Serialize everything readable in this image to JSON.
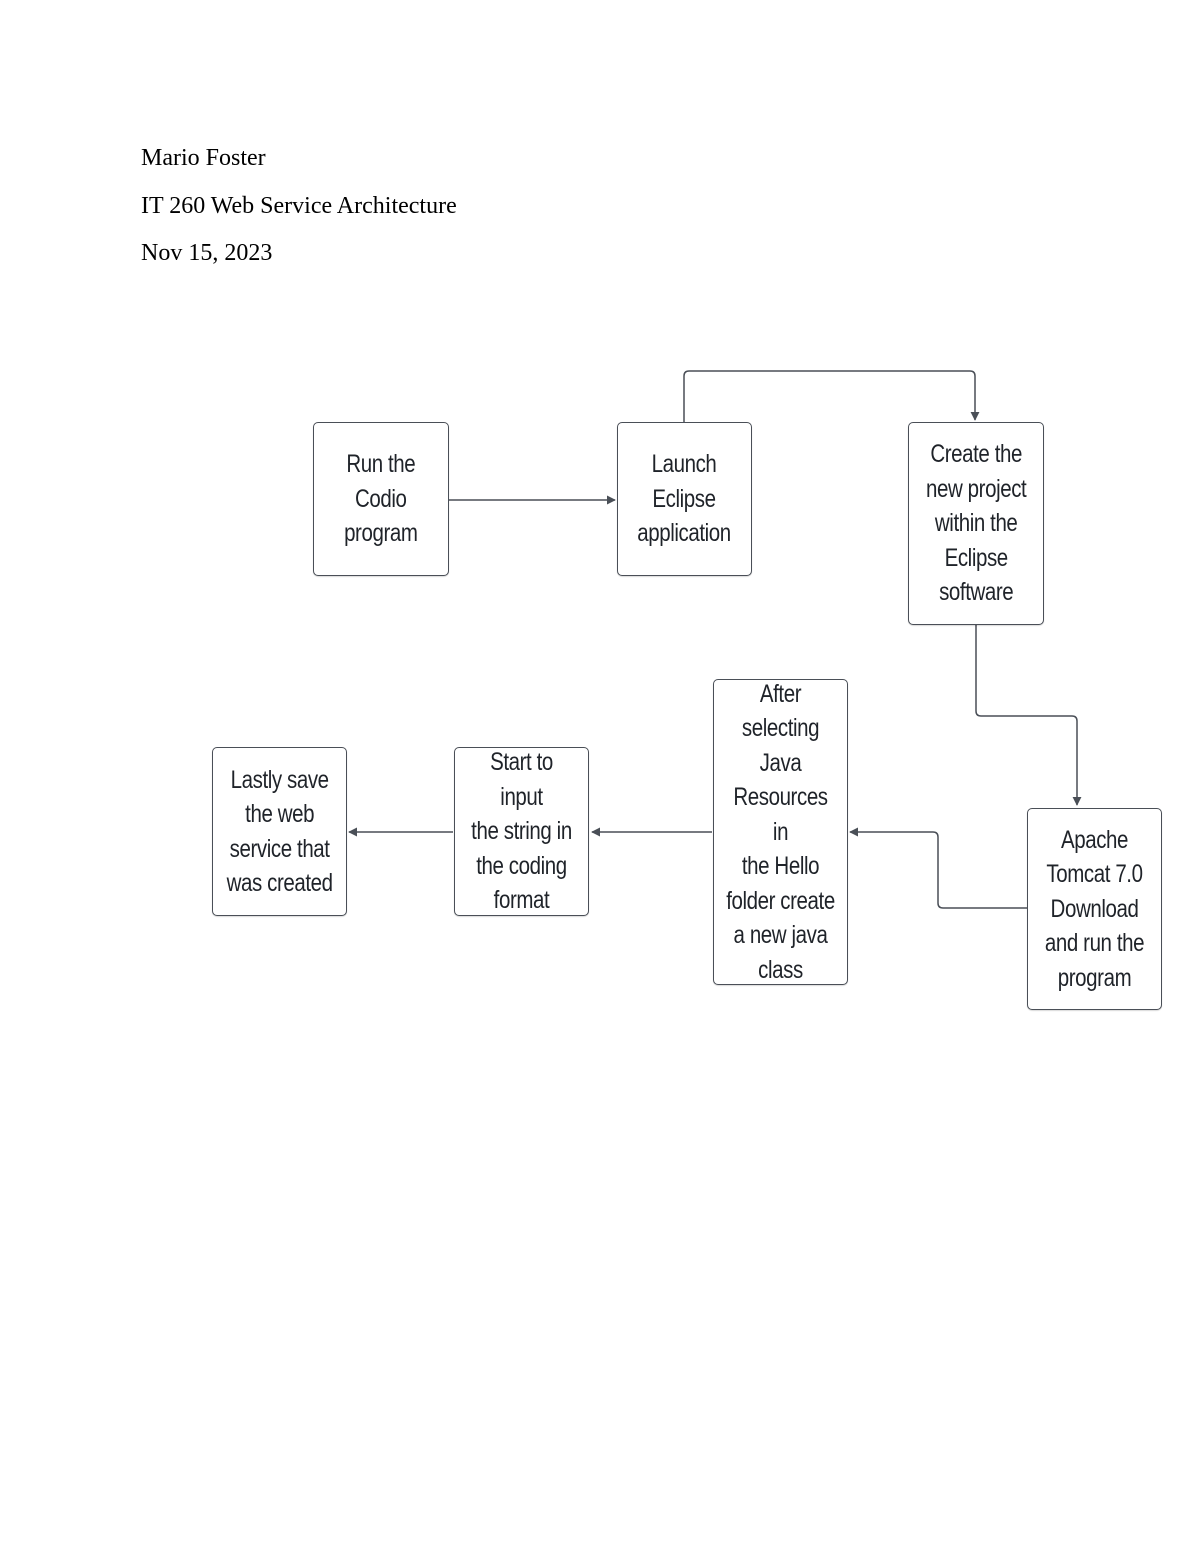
{
  "header": {
    "author": "Mario Foster",
    "course": "IT 260 Web Service Architecture",
    "date": "Nov 15, 2023"
  },
  "flowchart": {
    "steps": [
      {
        "id": "run-codio",
        "label": "Run the\nCodio\nprogram"
      },
      {
        "id": "launch-eclipse",
        "label": "Launch\nEclipse\napplication"
      },
      {
        "id": "create-project",
        "label": "Create the\nnew project\nwithin the\nEclipse\nsoftware"
      },
      {
        "id": "apache-tomcat",
        "label": "Apache\nTomcat 7.0\nDownload\nand run the\nprogram"
      },
      {
        "id": "new-java-class",
        "label": "After\nselecting\nJava\nResources in\nthe Hello\nfolder create\na new java\nclass"
      },
      {
        "id": "input-string",
        "label": "Start to input\nthe string in\nthe coding\nformat"
      },
      {
        "id": "save-service",
        "label": "Lastly save\nthe web\nservice that\nwas created"
      }
    ],
    "edges": [
      {
        "from": "run-codio",
        "to": "launch-eclipse"
      },
      {
        "from": "launch-eclipse",
        "to": "create-project"
      },
      {
        "from": "create-project",
        "to": "apache-tomcat"
      },
      {
        "from": "apache-tomcat",
        "to": "new-java-class"
      },
      {
        "from": "new-java-class",
        "to": "input-string"
      },
      {
        "from": "input-string",
        "to": "save-service"
      }
    ],
    "line_color": "#4a4f57"
  }
}
